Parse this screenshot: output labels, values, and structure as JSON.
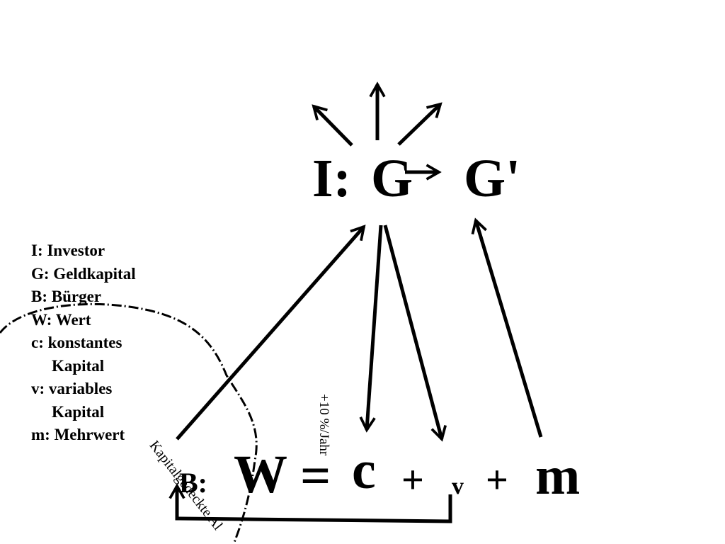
{
  "top_formula": {
    "i_label": "I:",
    "g": "G",
    "g_prime": "G'"
  },
  "bottom_formula": {
    "b_label": "B:",
    "w": "W",
    "eq": "=",
    "c": "c",
    "plus1": "+",
    "v": "v",
    "plus2": "+",
    "m": "m"
  },
  "legend": [
    "I: Investor",
    "G: Geldkapital",
    "B: Bürger",
    "W: Wert",
    "c: konstantes",
    "Kapital",
    "v: variables",
    "Kapital",
    "m: Mehrwert"
  ],
  "annotations": {
    "rate": "+10 %/Jahr",
    "pension": "Kapitalgedeckte Al"
  },
  "colors": {
    "stroke": "#000000",
    "background": "#ffffff"
  }
}
